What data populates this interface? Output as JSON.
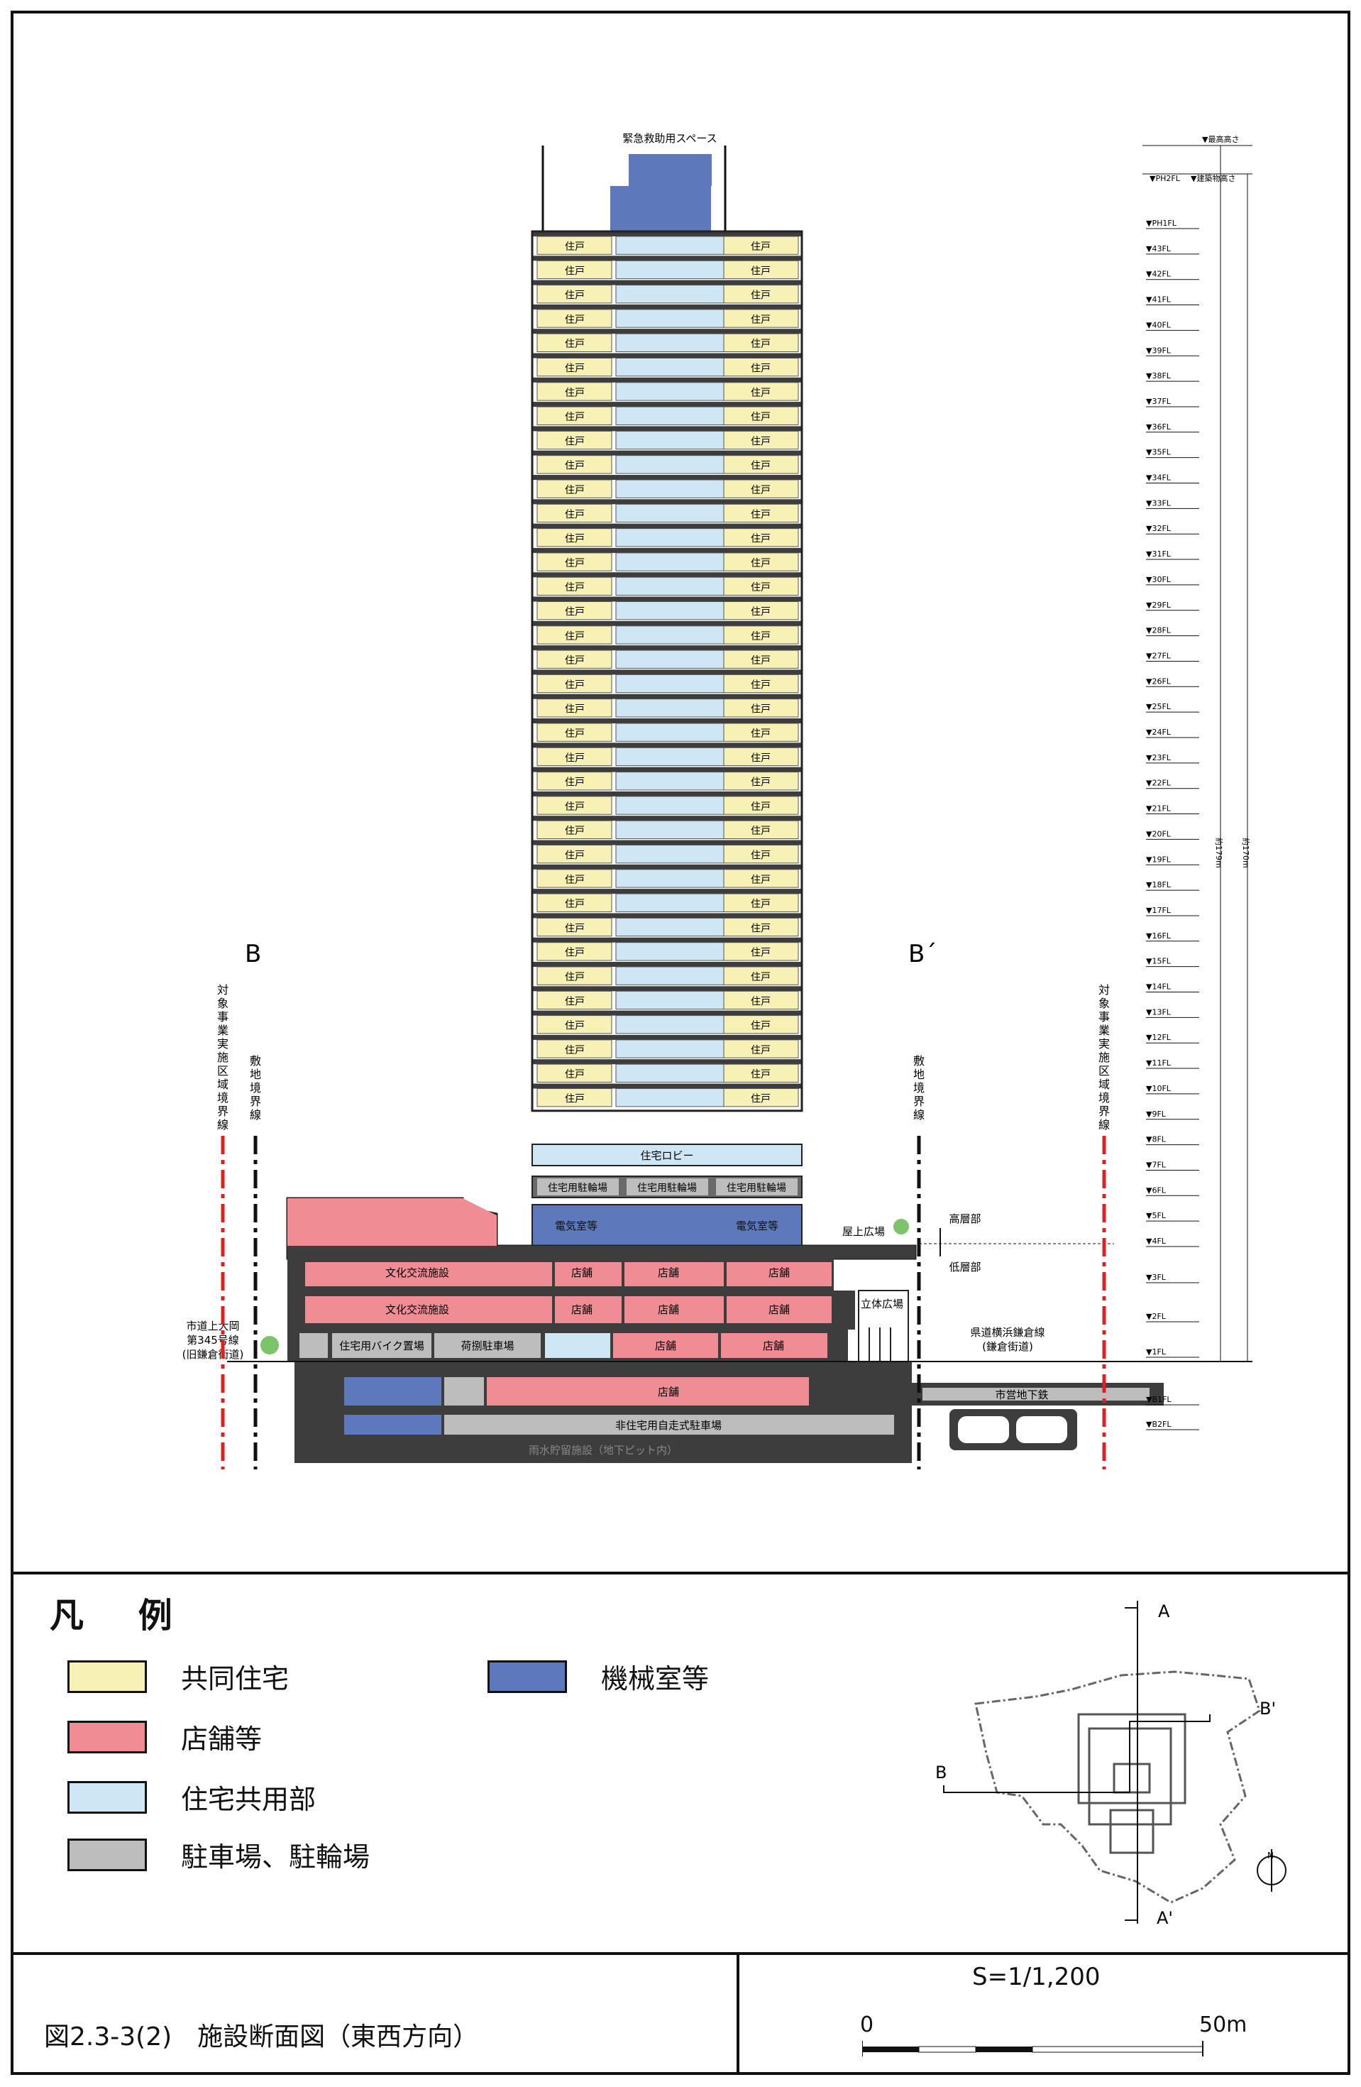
{
  "colors": {
    "housing": "#F7F1B5",
    "retail": "#F08C93",
    "common": "#CFE7F5",
    "parking": "#BDBDBD",
    "mechanical": "#5E78BC",
    "dark": "#3D3D3D",
    "boundary_red": "#E02020"
  },
  "section": {
    "top_label": "緊急救助用スペース",
    "unit_label": "住戸",
    "lobby_label": "住宅ロビー",
    "bike_label": "住宅用駐輪場",
    "electric_label": "電気室等",
    "roof_plaza": "屋上広場",
    "high_part": "高層部",
    "low_part": "低層部",
    "culture_label": "文化交流施設",
    "shop_label": "店舗",
    "multi_plaza": "立体広場",
    "moto_parking": "住宅用バイク置場",
    "loading": "荷捌駐車場",
    "nonres_parking": "非住宅用自走式駐車場",
    "rain_storage": "雨水貯留施設（地下ピット内）",
    "subway": "市営地下鉄",
    "road_left": [
      "市道上大岡",
      "第345号線",
      "(旧鎌倉街道)"
    ],
    "road_right": [
      "県道横浜鎌倉線",
      "(鎌倉街道)"
    ],
    "b_left": "B",
    "b_right": "B´",
    "boundary_project": "対象事業実施区域境界線",
    "boundary_site": "敷地境界線",
    "height_max": "▼最高高さ",
    "height_bldg": "▼建築物高さ",
    "ph2": "▼PH2FL",
    "height_170": "約170m",
    "height_179": "約179m",
    "floor_labels": [
      "▼PH1FL",
      "▼43FL",
      "▼42FL",
      "▼41FL",
      "▼40FL",
      "▼39FL",
      "▼38FL",
      "▼37FL",
      "▼36FL",
      "▼35FL",
      "▼34FL",
      "▼33FL",
      "▼32FL",
      "▼31FL",
      "▼30FL",
      "▼29FL",
      "▼28FL",
      "▼27FL",
      "▼26FL",
      "▼25FL",
      "▼24FL",
      "▼23FL",
      "▼22FL",
      "▼21FL",
      "▼20FL",
      "▼19FL",
      "▼18FL",
      "▼17FL",
      "▼16FL",
      "▼15FL",
      "▼14FL",
      "▼13FL",
      "▼12FL",
      "▼11FL",
      "▼10FL",
      "▼9FL",
      "▼8FL",
      "▼7FL",
      "▼6FL",
      "▼5FL",
      "▼4FL",
      "▼3FL",
      "▼2FL",
      "▼1FL",
      "▼B1FL",
      "▼B2FL"
    ]
  },
  "legend": {
    "title": "凡 例",
    "items": [
      {
        "label": "共同住宅",
        "color": "#F7F1B5"
      },
      {
        "label": "店舗等",
        "color": "#F08C93"
      },
      {
        "label": "住宅共用部",
        "color": "#CFE7F5"
      },
      {
        "label": "駐車場、駐輪場",
        "color": "#BDBDBD"
      },
      {
        "label": "機械室等",
        "color": "#5E78BC"
      }
    ]
  },
  "keymap": {
    "a_top": "A",
    "a_bottom": "A'",
    "b_left": "B",
    "b_right": "B'",
    "north": "N"
  },
  "footer": {
    "caption": "図2.3-3(2)　施設断面図（東西方向）",
    "scale": "S=1/1,200",
    "scale_zero": "0",
    "scale_fifty": "50m"
  }
}
